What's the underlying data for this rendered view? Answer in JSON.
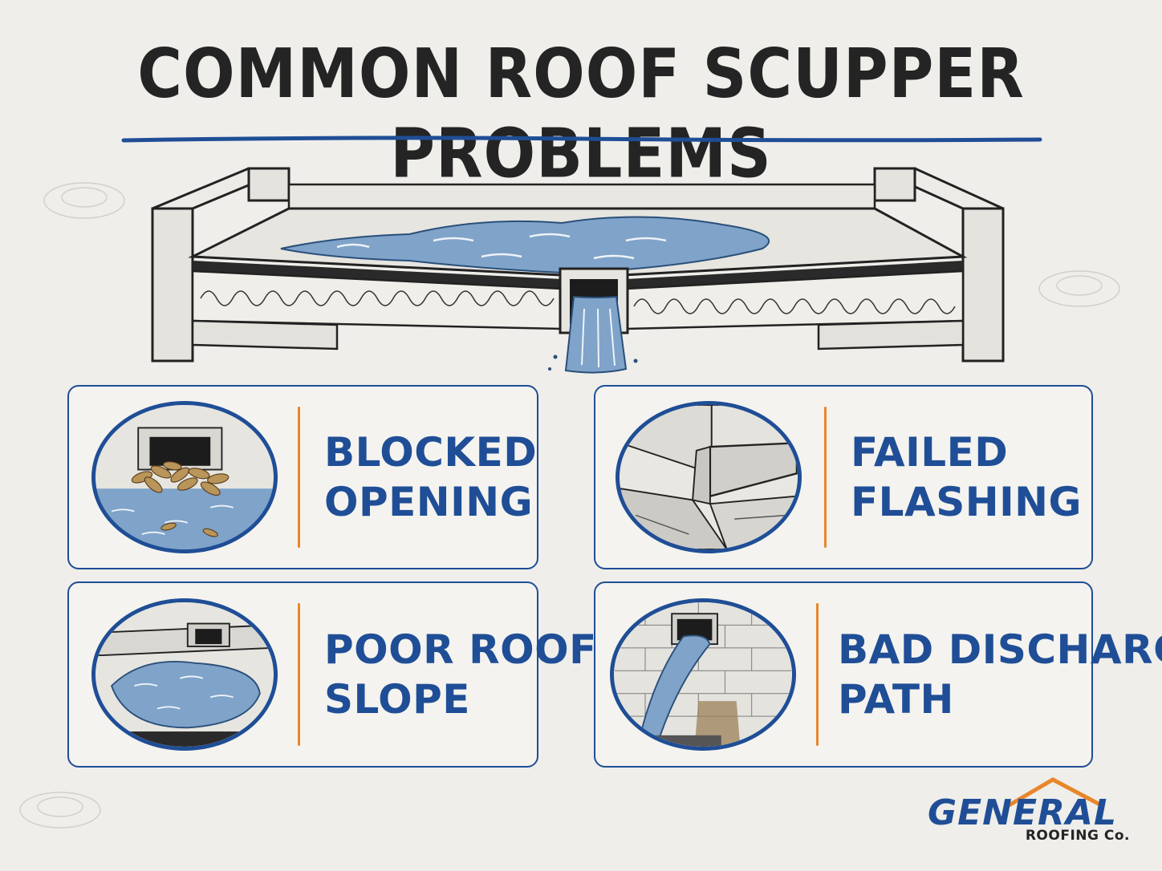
{
  "title": "COMMON ROOF SCUPPER PROBLEMS",
  "cards": [
    {
      "line1": "BLOCKED",
      "line2": "OPENING"
    },
    {
      "line1": "FAILED",
      "line2": "FLASHING"
    },
    {
      "line1": "POOR ROOF",
      "line2": "SLOPE"
    },
    {
      "line1": "BAD DISCHARGE",
      "line2": "PATH"
    }
  ],
  "logo": {
    "word": "GENERAL",
    "sub": "ROOFING Co."
  },
  "colors": {
    "brand_blue": "#1f4e96",
    "accent_orange": "#e8862a",
    "water": "#7fa3c9",
    "ink": "#242424"
  }
}
